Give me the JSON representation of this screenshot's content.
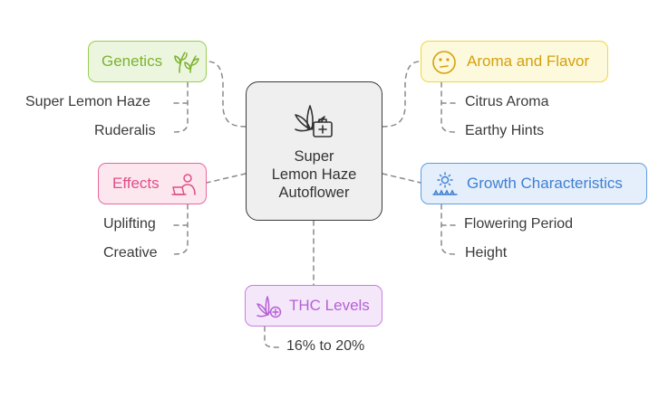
{
  "center": {
    "line1": "Super",
    "line2": "Lemon Haze",
    "line3": "Autoflower",
    "icon": "cannabis-medical-kit-icon"
  },
  "branches": {
    "genetics": {
      "label": "Genetics",
      "icon": "leaves-icon",
      "color": "#7cb22f",
      "items": [
        "Super Lemon Haze",
        "Ruderalis"
      ]
    },
    "aroma": {
      "label": "Aroma and Flavor",
      "icon": "thinking-face-icon",
      "color": "#d4a10b",
      "items": [
        "Citrus Aroma",
        "Earthy Hints"
      ]
    },
    "effects": {
      "label": "Effects",
      "icon": "person-laptop-icon",
      "color": "#dd4f87",
      "items": [
        "Uplifting",
        "Creative"
      ]
    },
    "growth": {
      "label": "Growth Characteristics",
      "icon": "sun-grass-icon",
      "color": "#3f7fd2",
      "items": [
        "Flowering Period",
        "Height"
      ]
    },
    "thc": {
      "label": "THC Levels",
      "icon": "cannabis-plus-icon",
      "color": "#b461d4",
      "items": [
        "16% to 20%"
      ]
    }
  }
}
